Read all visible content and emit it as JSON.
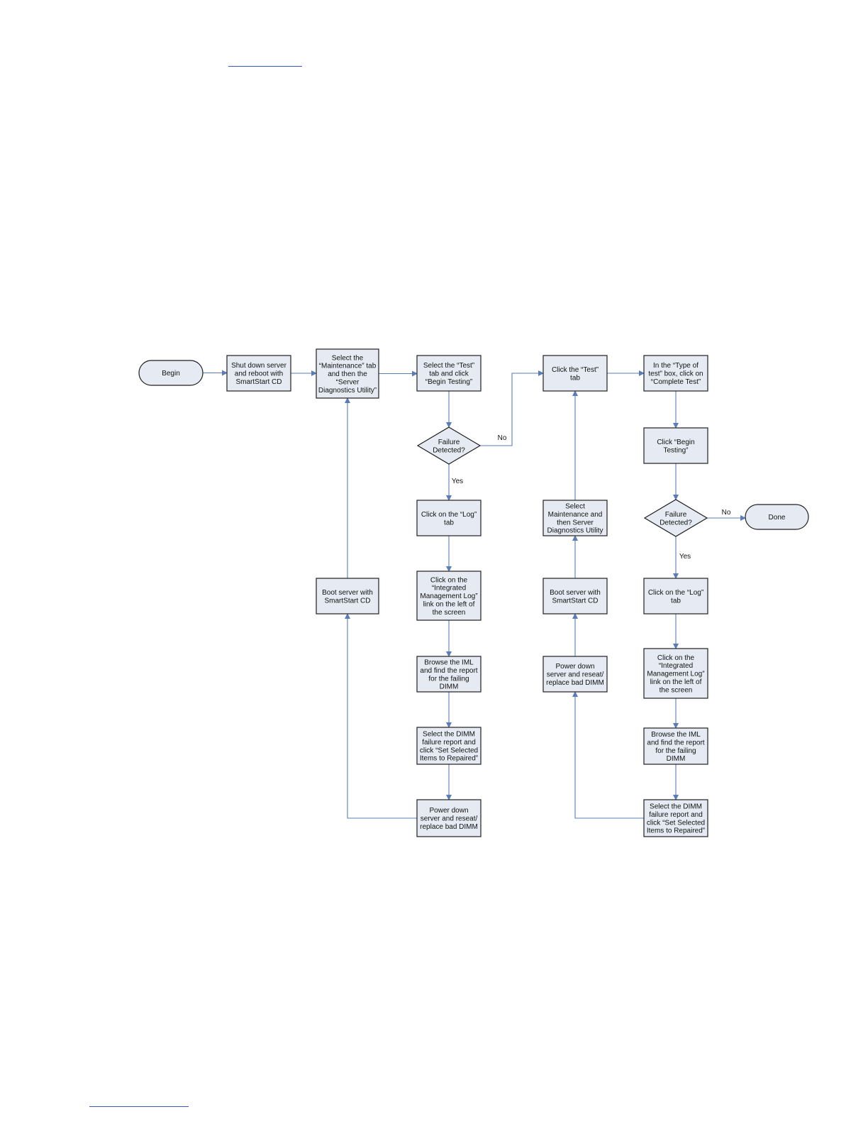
{
  "nodes": [
    {
      "id": "begin",
      "shape": "terminal",
      "lines": [
        "Begin"
      ]
    },
    {
      "id": "shutdown",
      "shape": "box",
      "lines": [
        "Shut down server",
        "and reboot with",
        "SmartStart CD"
      ]
    },
    {
      "id": "maint-tab",
      "shape": "box",
      "lines": [
        "Select the",
        "“Maintenance” tab",
        "and then the",
        "“Server",
        "Diagnostics Utility”"
      ]
    },
    {
      "id": "test-tab",
      "shape": "box",
      "lines": [
        "Select the “Test”",
        "tab and click",
        "“Begin Testing”"
      ]
    },
    {
      "id": "failure-1",
      "shape": "decision",
      "lines": [
        "Failure",
        "Detected?"
      ]
    },
    {
      "id": "log-tab-1",
      "shape": "box",
      "lines": [
        "Click on the “Log”",
        "tab"
      ]
    },
    {
      "id": "iml-link-1",
      "shape": "box",
      "lines": [
        "Click on the",
        "“Integrated",
        "Management Log”",
        "link on the left of",
        "the screen"
      ]
    },
    {
      "id": "browse-1",
      "shape": "box",
      "lines": [
        "Browse the IML",
        "and find the report",
        "for the failing",
        "DIMM"
      ]
    },
    {
      "id": "select-repair-1",
      "shape": "box",
      "lines": [
        "Select the DIMM",
        "failure report and",
        "click “Set Selected",
        "Items to Repaired”"
      ]
    },
    {
      "id": "power-down-1",
      "shape": "box",
      "lines": [
        "Power down",
        "server and reseat/",
        "replace bad DIMM"
      ]
    },
    {
      "id": "boot-1",
      "shape": "box",
      "lines": [
        "Boot server with",
        "SmartStart CD"
      ]
    },
    {
      "id": "click-test-tab",
      "shape": "box",
      "lines": [
        "Click the “Test”",
        "tab"
      ]
    },
    {
      "id": "maint-select-2",
      "shape": "box",
      "lines": [
        "Select",
        "Maintenance and",
        "then Server",
        "Diagnostics Utility"
      ]
    },
    {
      "id": "boot-2",
      "shape": "box",
      "lines": [
        "Boot server with",
        "SmartStart CD"
      ]
    },
    {
      "id": "power-down-2",
      "shape": "box",
      "lines": [
        "Power down",
        "server and reseat/",
        "replace bad DIMM"
      ]
    },
    {
      "id": "type-test",
      "shape": "box",
      "lines": [
        "In the “Type of",
        "test” box, click on",
        "“Complete Test”"
      ]
    },
    {
      "id": "begin-testing",
      "shape": "box",
      "lines": [
        "Click “Begin",
        "Testing”"
      ]
    },
    {
      "id": "failure-2",
      "shape": "decision",
      "lines": [
        "Failure",
        "Detected?"
      ]
    },
    {
      "id": "done",
      "shape": "terminal",
      "lines": [
        "Done"
      ]
    },
    {
      "id": "log-tab-2",
      "shape": "box",
      "lines": [
        "Click on the “Log”",
        "tab"
      ]
    },
    {
      "id": "iml-link-2",
      "shape": "box",
      "lines": [
        "Click on the",
        "“Integrated",
        "Management Log”",
        "link on the left of",
        "the screen"
      ]
    },
    {
      "id": "browse-2",
      "shape": "box",
      "lines": [
        "Browse the IML",
        "and find the report",
        "for the failing",
        "DIMM"
      ]
    },
    {
      "id": "select-repair-2",
      "shape": "box",
      "lines": [
        "Select the DIMM",
        "failure report and",
        "click “Set Selected",
        "Items to Repaired”"
      ]
    }
  ],
  "edges": [
    {
      "from": "begin",
      "to": "shutdown"
    },
    {
      "from": "shutdown",
      "to": "maint-tab"
    },
    {
      "from": "maint-tab",
      "to": "test-tab"
    },
    {
      "from": "test-tab",
      "to": "failure-1"
    },
    {
      "from": "failure-1",
      "to": "click-test-tab",
      "label": "No"
    },
    {
      "from": "failure-1",
      "to": "log-tab-1",
      "label": "Yes"
    },
    {
      "from": "log-tab-1",
      "to": "iml-link-1"
    },
    {
      "from": "iml-link-1",
      "to": "browse-1"
    },
    {
      "from": "browse-1",
      "to": "select-repair-1"
    },
    {
      "from": "select-repair-1",
      "to": "power-down-1"
    },
    {
      "from": "power-down-1",
      "to": "boot-1"
    },
    {
      "from": "boot-1",
      "to": "maint-tab"
    },
    {
      "from": "click-test-tab",
      "to": "type-test"
    },
    {
      "from": "type-test",
      "to": "begin-testing"
    },
    {
      "from": "begin-testing",
      "to": "failure-2"
    },
    {
      "from": "failure-2",
      "to": "done",
      "label": "No"
    },
    {
      "from": "failure-2",
      "to": "log-tab-2",
      "label": "Yes"
    },
    {
      "from": "log-tab-2",
      "to": "iml-link-2"
    },
    {
      "from": "iml-link-2",
      "to": "browse-2"
    },
    {
      "from": "browse-2",
      "to": "select-repair-2"
    },
    {
      "from": "select-repair-2",
      "to": "power-down-2"
    },
    {
      "from": "power-down-2",
      "to": "boot-2"
    },
    {
      "from": "boot-2",
      "to": "maint-select-2"
    },
    {
      "from": "maint-select-2",
      "to": "click-test-tab"
    }
  ]
}
